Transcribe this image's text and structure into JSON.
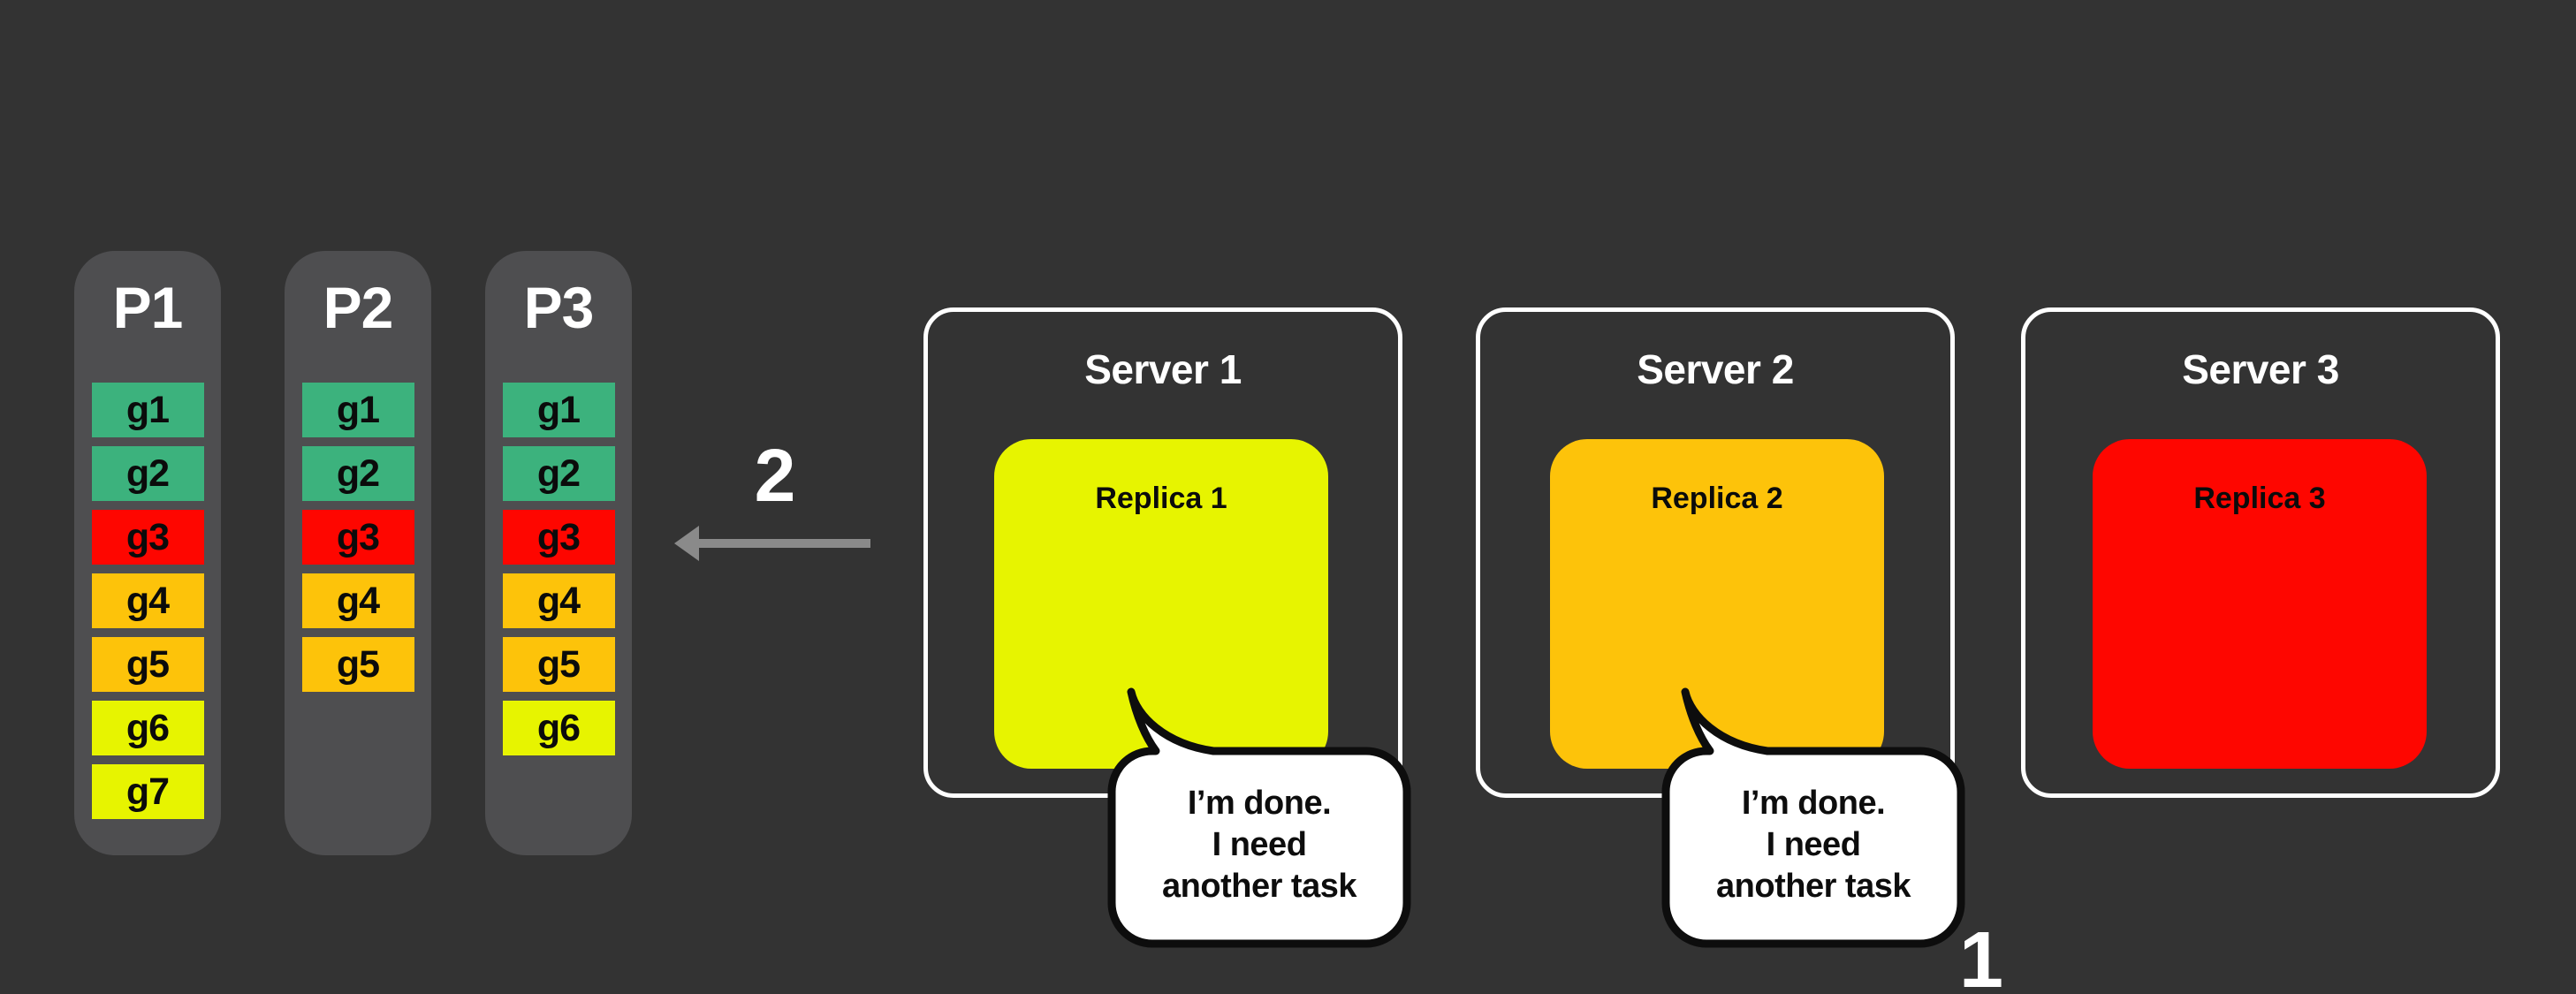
{
  "colors": {
    "background": "#333333",
    "pool_bg": "#4e4e50",
    "server_border": "#ffffff",
    "bubble_bg": "#ffffff",
    "bubble_border": "#0d0d0d",
    "arrow": "#8a8a8a",
    "green": "#3cb27d",
    "red": "#fe0600",
    "amber": "#fdc30a",
    "yellow": "#e7f400"
  },
  "pools": [
    {
      "label": "P1",
      "tasks": [
        {
          "label": "g1",
          "color": "#3cb27d"
        },
        {
          "label": "g2",
          "color": "#3cb27d"
        },
        {
          "label": "g3",
          "color": "#fe0600"
        },
        {
          "label": "g4",
          "color": "#fdc30a"
        },
        {
          "label": "g5",
          "color": "#fdc30a"
        },
        {
          "label": "g6",
          "color": "#e7f400"
        },
        {
          "label": "g7",
          "color": "#e7f400"
        }
      ]
    },
    {
      "label": "P2",
      "tasks": [
        {
          "label": "g1",
          "color": "#3cb27d"
        },
        {
          "label": "g2",
          "color": "#3cb27d"
        },
        {
          "label": "g3",
          "color": "#fe0600"
        },
        {
          "label": "g4",
          "color": "#fdc30a"
        },
        {
          "label": "g5",
          "color": "#fdc30a"
        }
      ]
    },
    {
      "label": "P3",
      "tasks": [
        {
          "label": "g1",
          "color": "#3cb27d"
        },
        {
          "label": "g2",
          "color": "#3cb27d"
        },
        {
          "label": "g3",
          "color": "#fe0600"
        },
        {
          "label": "g4",
          "color": "#fdc30a"
        },
        {
          "label": "g5",
          "color": "#fdc30a"
        },
        {
          "label": "g6",
          "color": "#e7f400"
        }
      ]
    }
  ],
  "servers": [
    {
      "title": "Server 1",
      "replica_label": "Replica 1",
      "replica_color": "#e7f400"
    },
    {
      "title": "Server 2",
      "replica_label": "Replica 2",
      "replica_color": "#fdc30a"
    },
    {
      "title": "Server 3",
      "replica_label": "Replica 3",
      "replica_color": "#fe0600"
    }
  ],
  "bubble": {
    "line1": "I’m done.",
    "line2": "I need",
    "line3": "another task"
  },
  "labels": {
    "step1": "1",
    "step2": "2"
  }
}
